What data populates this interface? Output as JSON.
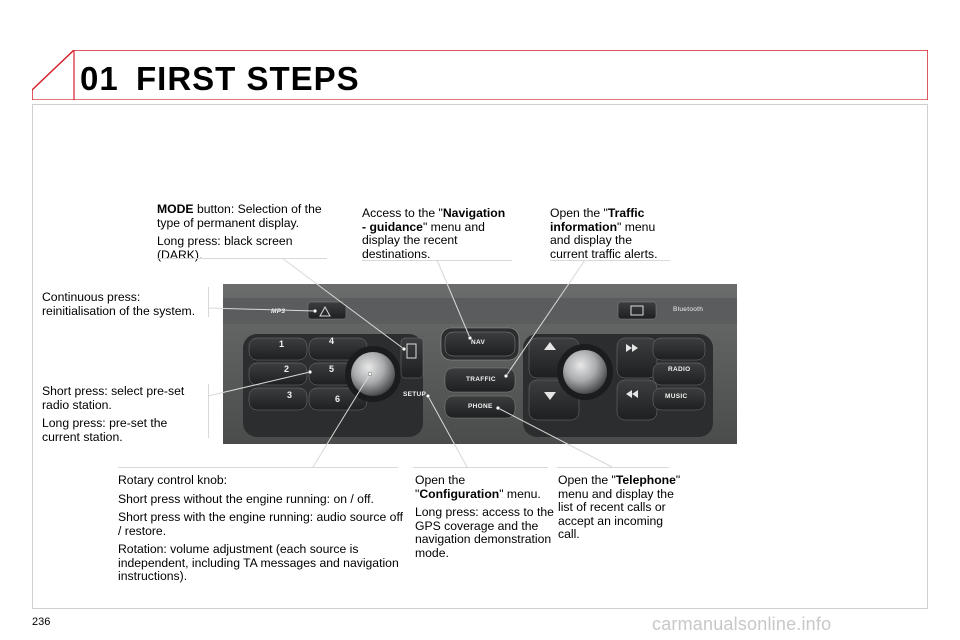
{
  "header": {
    "chapter_number": "01",
    "chapter_title": "FIRST STEPS",
    "accent_color": "#d6202a"
  },
  "annotations": {
    "mode": {
      "label": "MODE",
      "line1": " button: Selection of the type of permanent display.",
      "line2": "Long press: black screen (DARK)."
    },
    "nav": {
      "pre": "Access to the \"",
      "label": "Navigation - guidance",
      "post": "\" menu and display the recent destinations."
    },
    "traffic": {
      "pre": "Open the \"",
      "label": "Traffic information",
      "post": "\" menu and display the current traffic alerts."
    },
    "reset": {
      "text": "Continuous press: reinitialisation of the system."
    },
    "preset": {
      "line1": "Short press: select pre-set radio station.",
      "line2": "Long press: pre-set the current station."
    },
    "knob": {
      "line1": "Rotary control knob:",
      "line2": "Short press without the engine running: on / off.",
      "line3": "Short press with the engine running: audio source off / restore.",
      "line4": "Rotation: volume adjustment (each source is independent, including TA messages and navigation instructions)."
    },
    "setup": {
      "pre": "Open the \"",
      "label": "Configuration",
      "post": "\" menu.",
      "line2": "Long press: access to the GPS coverage and the navigation demonstration mode."
    },
    "phone": {
      "pre": "Open the \"",
      "label": "Telephone",
      "post": "\" menu and display the list of recent calls or accept an incoming call."
    }
  },
  "panel": {
    "mp3": "MP3",
    "bluetooth": "Bluetooth",
    "nav": "NAV",
    "traffic": "TRAFFIC",
    "phone": "PHONE",
    "setup": "SETUP",
    "radio": "RADIO",
    "music": "MUSIC",
    "presets": [
      "1",
      "2",
      "3",
      "4",
      "5",
      "6"
    ]
  },
  "footer": {
    "page_number": "236",
    "watermark": "carmanualsonline.info"
  }
}
